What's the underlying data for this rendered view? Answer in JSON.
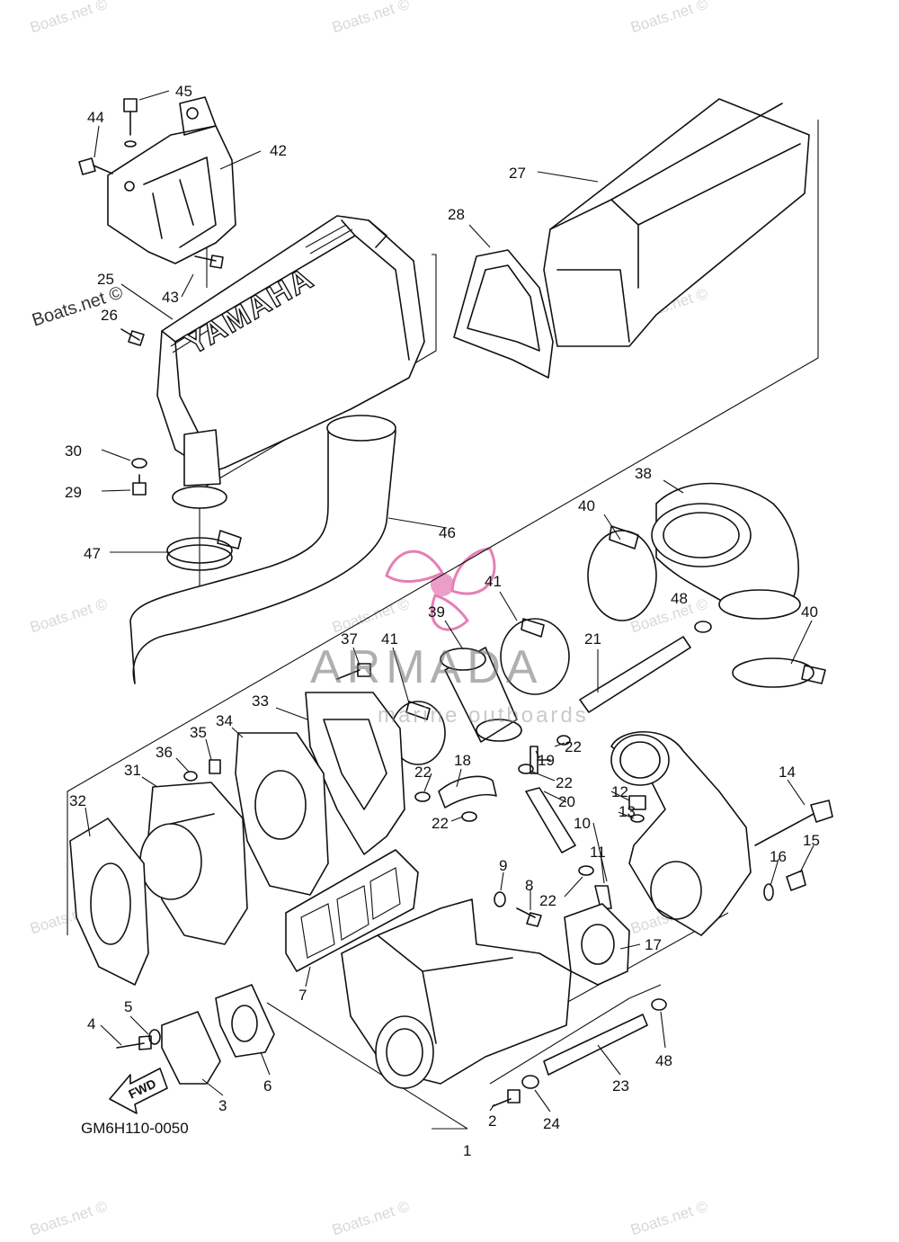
{
  "watermark": {
    "site": "Boats.net ©",
    "brand_name": "ARMADA",
    "brand_tagline": "marine outboards"
  },
  "diagram": {
    "code": "GM6H110-0050",
    "cover_text": "YAMAHA",
    "direction_label": "FWD"
  },
  "callouts": [
    "45",
    "44",
    "42",
    "27",
    "28",
    "25",
    "43",
    "26",
    "30",
    "29",
    "47",
    "46",
    "38",
    "40",
    "41",
    "48",
    "39",
    "37",
    "41",
    "21",
    "40",
    "33",
    "35",
    "34",
    "36",
    "31",
    "18",
    "22",
    "19",
    "22",
    "22",
    "32",
    "22",
    "20",
    "12",
    "14",
    "13",
    "10",
    "11",
    "9",
    "15",
    "16",
    "8",
    "22",
    "17",
    "7",
    "5",
    "4",
    "6",
    "3",
    "48",
    "23",
    "2",
    "24",
    "1"
  ]
}
